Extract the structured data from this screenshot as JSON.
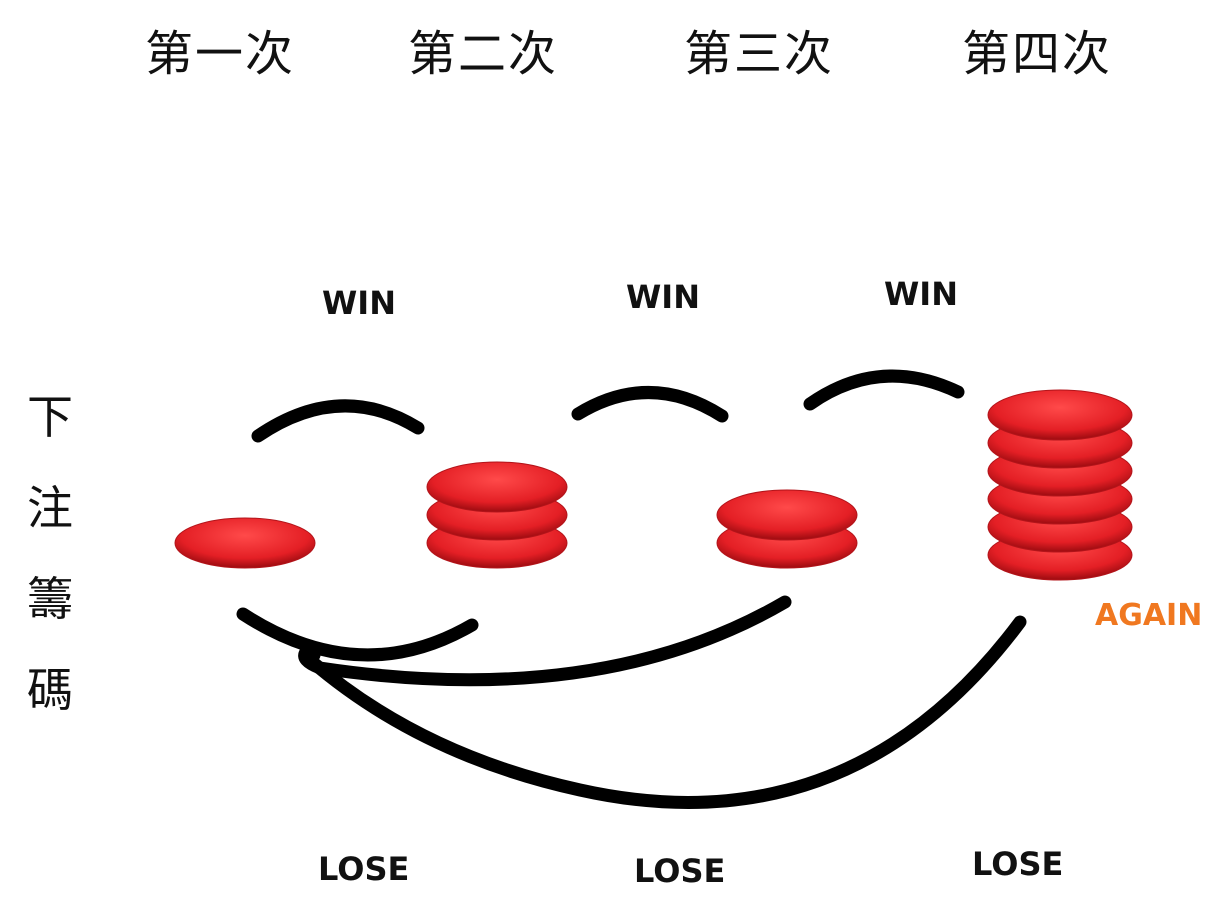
{
  "headers": [
    "第一次",
    "第二次",
    "第三次",
    "第四次"
  ],
  "side_label": [
    "下",
    "注",
    "籌",
    "碼"
  ],
  "win_labels": [
    "WIN",
    "WIN",
    "WIN"
  ],
  "lose_labels": [
    "LOSE",
    "LOSE",
    "LOSE"
  ],
  "again_label": "AGAIN",
  "chip_stacks": [
    1,
    3,
    2,
    6
  ],
  "colors": {
    "chip": "#e8262b",
    "chip_dark": "#a50f14",
    "again": "#f07820",
    "stroke": "#000000"
  }
}
